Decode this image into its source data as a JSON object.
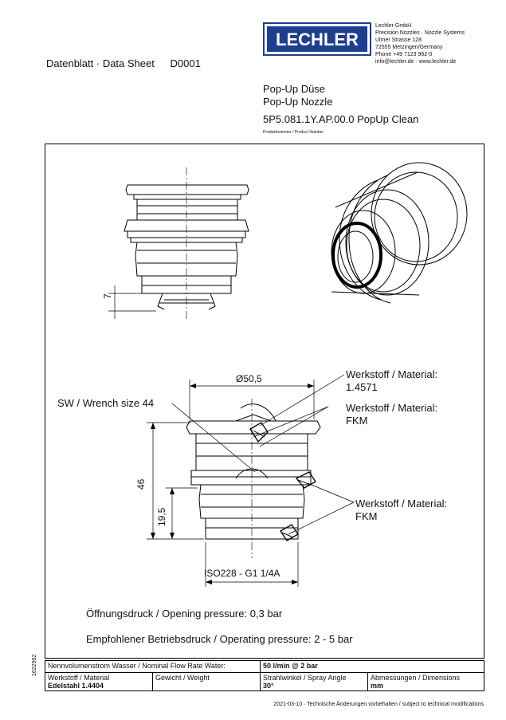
{
  "header": {
    "doc_title": "Datenblatt · Data Sheet",
    "doc_id": "D0001",
    "logo_text": "LECHLER",
    "company": [
      "Lechler GmbH",
      "Precision Nozzles · Nozzle Systems",
      "Ulmer Strasse 128",
      "72555 Metzingen/Germany",
      "Phone +49 7123 962-0",
      "info@lechler.de · www.lechler.de"
    ]
  },
  "product": {
    "name_de": "Pop-Up Düse",
    "name_en": "Pop-Up Nozzle",
    "number": "5P5.081.1Y.AP.00.0 PopUp Clean",
    "number_caption": "Produktnummer / Product Number"
  },
  "drawing": {
    "dim_7": "7",
    "dim_diameter": "Ø50,5",
    "dim_46": "46",
    "dim_19_5": "19,5",
    "thread": "ISO228 - G1 1/4A",
    "wrench": "SW / Wrench size 44",
    "material_1_label": "Werkstoff / Material:",
    "material_1_value": "1.4571",
    "material_2_label": "Werkstoff / Material:",
    "material_2_value": "FKM",
    "material_3_label": "Werkstoff / Material:",
    "material_3_value": "FKM",
    "opening_pressure": "Öffnungsdruck / Opening pressure: 0,3 bar",
    "operating_pressure": "Empfohlener Betriebsdruck / Operating pressure: 2 - 5 bar"
  },
  "table": {
    "flow_label": "Nennvolumenstrom Wasser / Nominal Flow Rate Water:",
    "flow_value": "50 l/min @ 2 bar",
    "material_header": "Werkstoff / Material",
    "material_value": "Edelstahl 1.4404",
    "weight_header": "Gewicht / Weight",
    "angle_header": "Strahlwinkel / Spray Angle",
    "angle_value": "30°",
    "dimensions_header": "Abmessungen / Dimensions",
    "dimensions_value": "mm"
  },
  "footer": {
    "text": "2021-03-10 · Technische Änderungen vorbehalten / subject to technical modifications",
    "side_number": "1622992"
  }
}
